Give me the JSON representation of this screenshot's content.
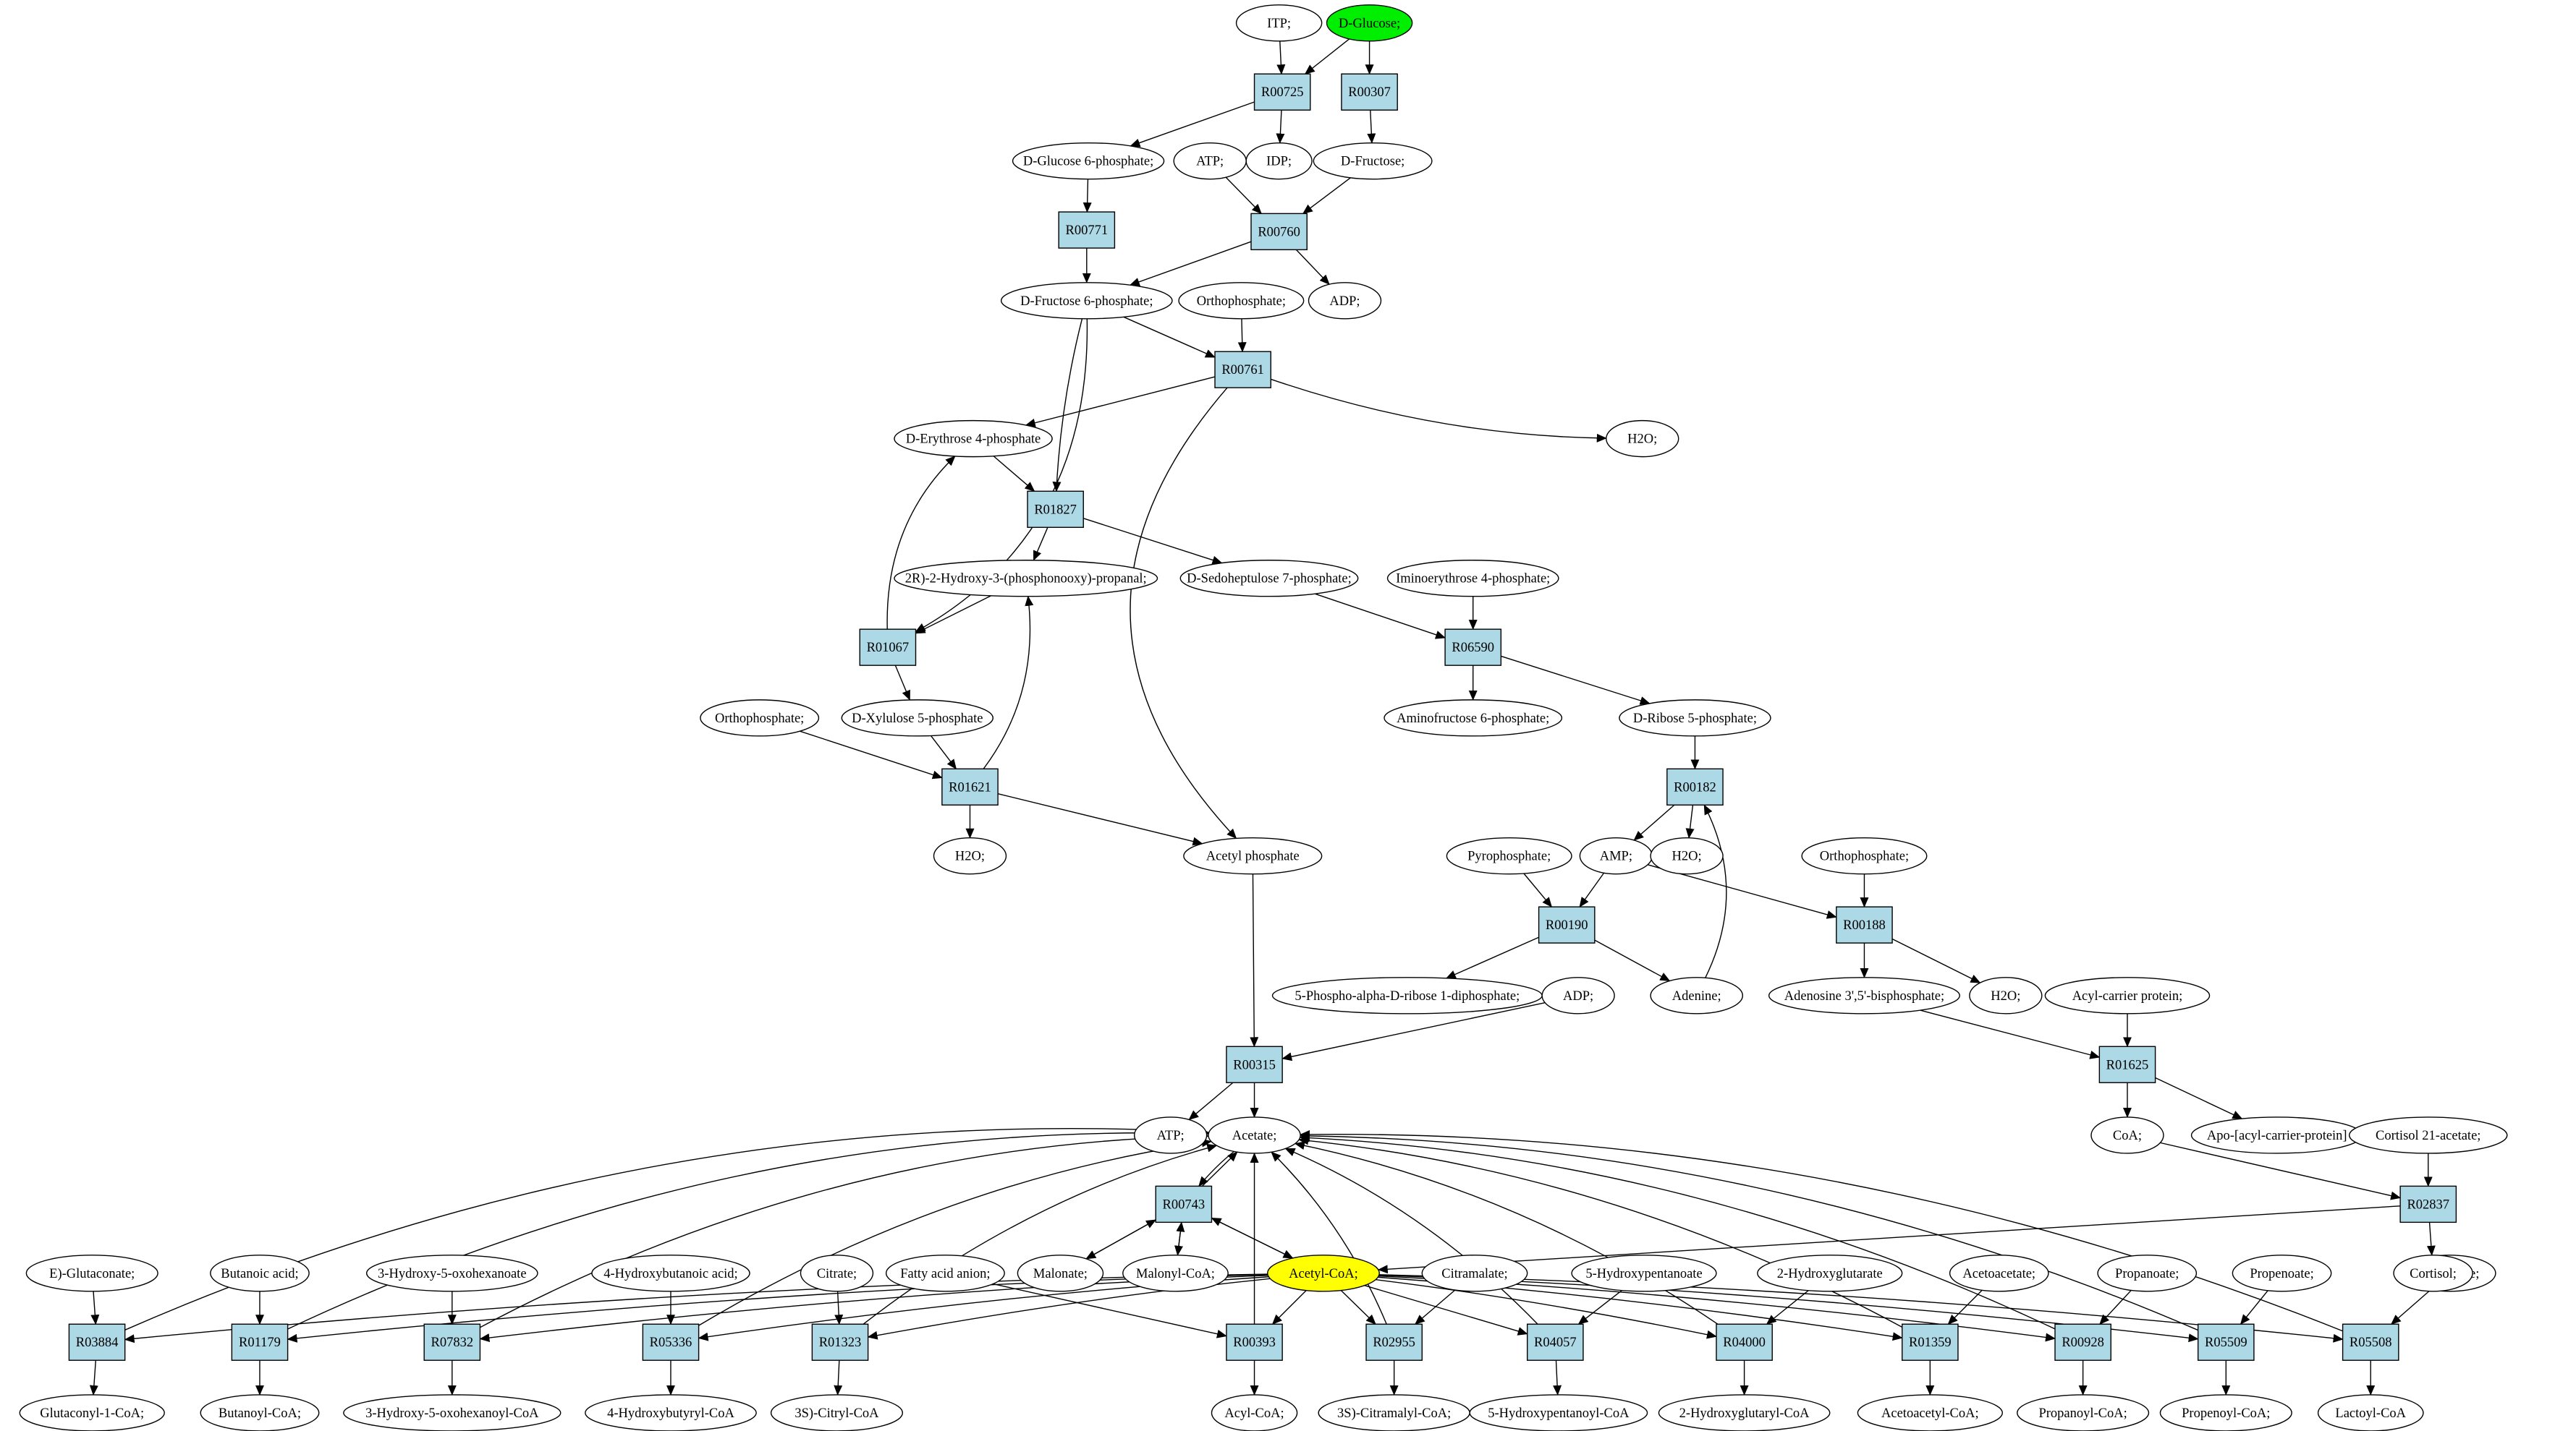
{
  "colors": {
    "reaction_fill": "#add8e6",
    "metabolite_fill": "#ffffff",
    "start_fill": "#00ee00",
    "target_fill": "#ffff00",
    "stroke": "#000000"
  },
  "reactions": {
    "R00725": "R00725",
    "R00307": "R00307",
    "R00771": "R00771",
    "R00760": "R00760",
    "R00761": "R00761",
    "R01827": "R01827",
    "R01067": "R01067",
    "R06590": "R06590",
    "R01621": "R01621",
    "R00182": "R00182",
    "R00190": "R00190",
    "R00188": "R00188",
    "R00315": "R00315",
    "R01625": "R01625",
    "R00743": "R00743",
    "R02837": "R02837",
    "R03884": "R03884",
    "R01179": "R01179",
    "R07832": "R07832",
    "R05336": "R05336",
    "R01323": "R01323",
    "R00393": "R00393",
    "R02955": "R02955",
    "R04057": "R04057",
    "R04000": "R04000",
    "R01359": "R01359",
    "R00928": "R00928",
    "R05509": "R05509",
    "R05508": "R05508"
  },
  "metabolites": {
    "itp": "ITP;",
    "glucose": "D-Glucose;",
    "g6p": "D-Glucose 6-phosphate;",
    "idp": "IDP;",
    "fructose": "D-Fructose;",
    "atp1": "ATP;",
    "adp1": "ADP;",
    "f6p": "D-Fructose 6-phosphate;",
    "ortho1": "Orthophosphate;",
    "e4p": "D-Erythrose 4-phosphate",
    "h2o1": "H2O;",
    "g3p": "2R)-2-Hydroxy-3-(phosphonooxy)-propanal;",
    "s7p": "D-Sedoheptulose 7-phosphate;",
    "iminoe4p": "Iminoerythrose 4-phosphate;",
    "ortho2": "Orthophosphate;",
    "x5p": "D-Xylulose 5-phosphate",
    "aminof6p": "Aminofructose 6-phosphate;",
    "r5p": "D-Ribose 5-phosphate;",
    "h2o2": "H2O;",
    "acetylp": "Acetyl phosphate",
    "pyrophos": "Pyrophosphate;",
    "amp": "AMP;",
    "h2o3": "H2O;",
    "ortho3": "Orthophosphate;",
    "prpp": "5-Phospho-alpha-D-ribose 1-diphosphate;",
    "adp2": "ADP;",
    "adenine": "Adenine;",
    "pap": "Adenosine 3',5'-bisphosphate;",
    "h2o4": "H2O;",
    "acp": "Acyl-carrier protein;",
    "atp2": "ATP;",
    "acetate": "Acetate;",
    "coa": "CoA;",
    "apoacp": "Apo-[acyl-carrier-protein]",
    "cortac": "Cortisol 21-acetate;",
    "malonate": "Malonate;",
    "malonylcoa": "Malonyl-CoA;",
    "glutaconate": "E)-Glutaconate;",
    "butanoic": "Butanoic acid;",
    "hydroxooxo": "3-Hydroxy-5-oxohexanoate",
    "hydroxybut": "4-Hydroxybutanoic acid;",
    "citrate": "Citrate;",
    "fattyacid": "Fatty acid anion;",
    "acetylcoa": "Acetyl-CoA;",
    "citramalate": "Citramalate;",
    "hydroxypent": "5-Hydroxypentanoate",
    "hydroxyglut": "2-Hydroxyglutarate",
    "acetoacetate": "Acetoacetate;",
    "propanoate": "Propanoate;",
    "propenoate": "Propenoate;",
    "lactate": "S)-Lactate;",
    "cortisol": "Cortisol;",
    "glutaconylcoa": "Glutaconyl-1-CoA;",
    "butanoylcoa": "Butanoyl-CoA;",
    "hydroxooxocoa": "3-Hydroxy-5-oxohexanoyl-CoA",
    "hydroxybutcoa": "4-Hydroxybutyryl-CoA",
    "citrylcoa": "3S)-Citryl-CoA",
    "acylcoa": "Acyl-CoA;",
    "citramalylcoa": "3S)-Citramalyl-CoA;",
    "hydroxypentcoa": "5-Hydroxypentanoyl-CoA",
    "hydroxyglutcoa": "2-Hydroxyglutaryl-CoA",
    "acetoacetylcoa": "Acetoacetyl-CoA;",
    "propanoylcoa": "Propanoyl-CoA;",
    "propenoylcoa": "Propenoyl-CoA;",
    "lactoylcoa": "Lactoyl-CoA"
  }
}
